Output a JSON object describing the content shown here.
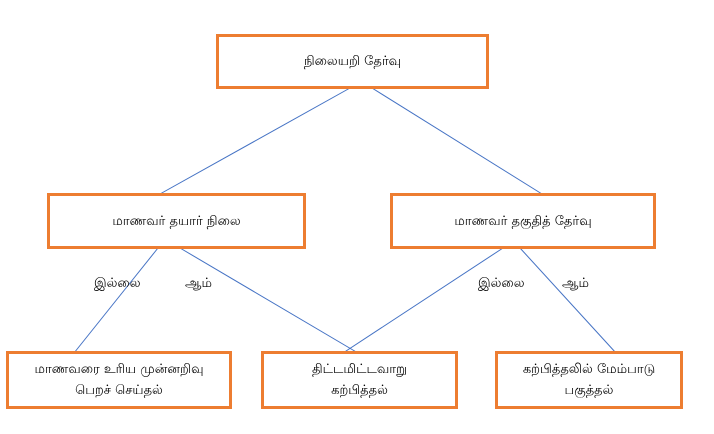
{
  "diagram": {
    "edge_color": "#4472C4",
    "box_border_color": "#ED7D31",
    "nodes": {
      "root": {
        "label": "நிலையறி தேர்வு"
      },
      "left": {
        "label": "மாணவர் தயார் நிலை"
      },
      "right": {
        "label": "மாணவர் தகுதித் தேர்வு"
      },
      "bottom_left": {
        "label": "மாணவரை உரிய முன்னறிவு\nபெறச் செய்தல்"
      },
      "bottom_middle": {
        "label": "திட்டமிட்டவாறு\nகற்பித்தல்"
      },
      "bottom_right": {
        "label": "கற்பித்தலில் மேம்பாடு\nபகுத்தல்"
      }
    },
    "edge_labels": {
      "left_no": "இல்லை",
      "left_yes": "ஆம்",
      "right_no": "இல்லை",
      "right_yes": "ஆம்"
    }
  }
}
